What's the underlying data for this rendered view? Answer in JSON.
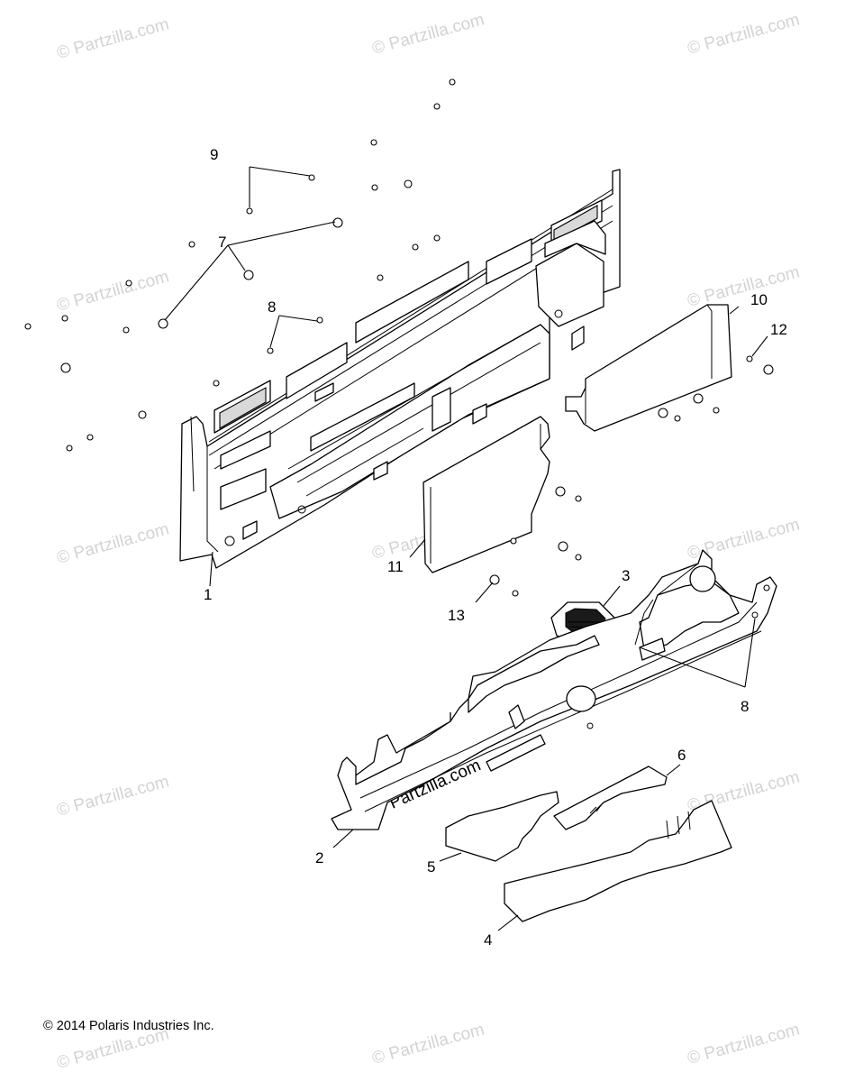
{
  "watermark_text": "© Partzilla.com",
  "copyright": "© 2014 Polaris Industries Inc.",
  "callouts": {
    "c1": "1",
    "c2": "2",
    "c3": "3",
    "c4": "4",
    "c5": "5",
    "c6": "6",
    "c7": "7",
    "c8a": "8",
    "c8b": "8",
    "c9": "9",
    "c10": "10",
    "c11": "11",
    "c12": "12",
    "c13": "13"
  },
  "colors": {
    "line": "#000000",
    "watermark": "#d3d3d3",
    "background": "#ffffff"
  }
}
